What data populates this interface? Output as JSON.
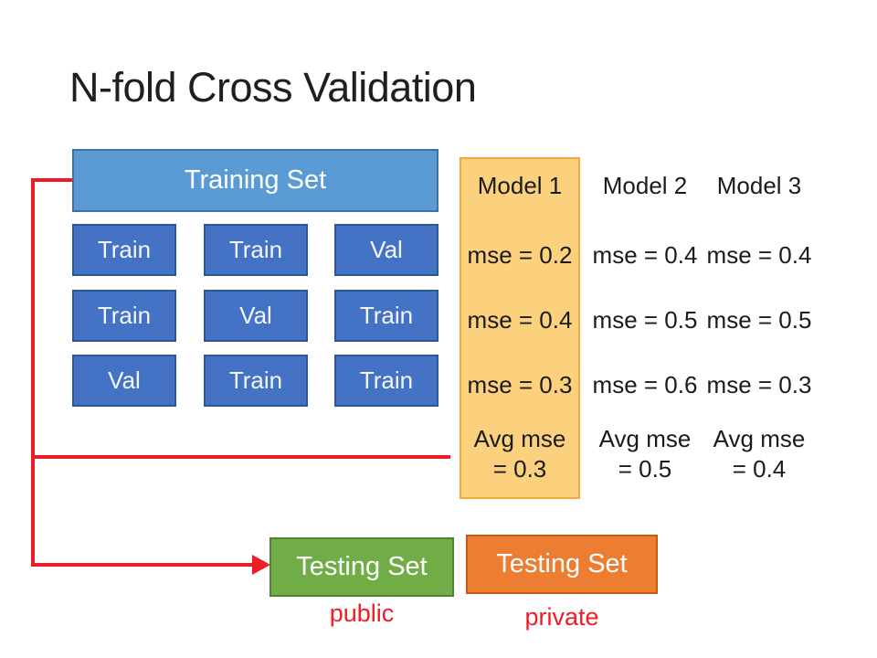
{
  "slide": {
    "title": "N-fold Cross Validation"
  },
  "training": {
    "header": "Training Set",
    "folds": [
      [
        "Train",
        "Train",
        "Val"
      ],
      [
        "Train",
        "Val",
        "Train"
      ],
      [
        "Val",
        "Train",
        "Train"
      ]
    ]
  },
  "models": [
    {
      "name": "Model 1",
      "highlighted": true,
      "mse": [
        "mse = 0.2",
        "mse = 0.4",
        "mse = 0.3"
      ],
      "avg_label": "Avg mse",
      "avg_value": "= 0.3"
    },
    {
      "name": "Model 2",
      "highlighted": false,
      "mse": [
        "mse = 0.4",
        "mse = 0.5",
        "mse = 0.6"
      ],
      "avg_label": "Avg mse",
      "avg_value": "= 0.5"
    },
    {
      "name": "Model 3",
      "highlighted": false,
      "mse": [
        "mse = 0.4",
        "mse = 0.5",
        "mse = 0.3"
      ],
      "avg_label": "Avg mse",
      "avg_value": "= 0.4"
    }
  ],
  "testing": [
    {
      "label": "Testing Set",
      "caption": "public"
    },
    {
      "label": "Testing Set",
      "caption": "private"
    }
  ],
  "colors": {
    "red": "#EE1C25",
    "training_header": "#5B9BD5",
    "training_header_border": "#41719C",
    "fold_fill": "#4472C4",
    "fold_border": "#2F5597",
    "panel_fill": "#FCD17E",
    "panel_border": "#F2A93B",
    "public_fill": "#70AD47",
    "public_border": "#548235",
    "private_fill": "#ED7D31",
    "private_border": "#C55A11",
    "text": "#1b1b1b"
  }
}
